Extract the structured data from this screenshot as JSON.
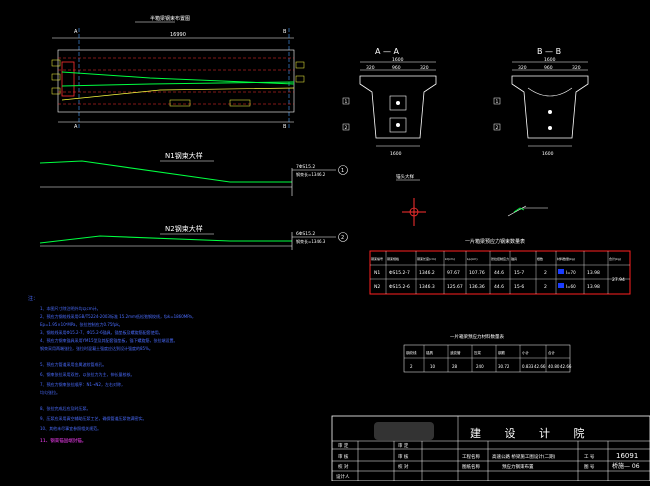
{
  "drawing": {
    "plan_title": "半箱梁钢束布置图",
    "section_a_label": "A — A",
    "section_b_label": "B — B",
    "cut_a": "A",
    "cut_b": "B",
    "dim_total": "16990",
    "dim_a_top": "1600",
    "dim_a_mid": [
      "320",
      "960",
      "320"
    ],
    "dim_a_bottom": "1600",
    "dim_b_top": "1600",
    "dim_b_mid": [
      "320",
      "960",
      "320"
    ],
    "dim_b_bottom": "1600",
    "row_1": "1",
    "row_2": "2",
    "n1_title": "N1钢束大样",
    "n2_title": "N2钢束大样",
    "n1_tag": "7ΦS15.2",
    "n1_len": "钢束长=1346.2",
    "n2_tag": "6ΦS15.2",
    "n2_len": "钢束长=1346.3",
    "anchor_label": "锚头大样",
    "mark_1": "1",
    "mark_2": "2"
  },
  "tendon_table": {
    "title": "一片箱梁预应力钢束数量表",
    "headers": [
      "钢束编号",
      "钢束规格",
      "钢束长度(cm)",
      "Lt(cm)",
      "Lp(cm)",
      "张拉控制应力",
      "锚具",
      "根数",
      "材料数量(kg)",
      "合计(kg)"
    ],
    "rows": [
      [
        "N1",
        "ΦS15.2-7",
        "1346.2",
        "97.67",
        "107.76",
        "44.6",
        "15-7",
        "2",
        "I=70",
        "13.98"
      ],
      [
        "N2",
        "ΦS15.2-6",
        "1346.3",
        "125.67",
        "136.36",
        "44.6",
        "15-6",
        "2",
        "I=60",
        "13.98"
      ]
    ],
    "total": "27.94"
  },
  "material_table": {
    "title": "一片箱梁预应力材料数量表",
    "headers": [
      "钢绞线",
      "锚具",
      "波纹管",
      "压浆",
      "钢筋",
      "小计",
      "合计"
    ],
    "row": [
      "2",
      "10",
      "28",
      "240",
      "30.72",
      "0.833",
      "42.66",
      "40.80",
      "42.66"
    ]
  },
  "notes": {
    "heading": "注：",
    "items": [
      "1、本图尺寸除注明外均以cm计。",
      "2、预应力钢绞线采用GB/T5224-2003标准 15.2mm低松弛钢绞线，fpk=1860MPa，",
      "   Ep=1.95×10⁵MPa，张拉控制应力0.75fpk。",
      "3、钢绞线采用Φ15.2-7、Φ15.2-6锚具，锚垫板及螺旋筋配套使用。",
      "4、预应力钢束锚具采用YM15型及其配套锚垫板，锚下螺旋筋，张拉端设置。",
      "   钢束采用两端张拉，张拉时混凝土强度应达到设计强度的85%。",
      "5、预应力管道采用金属波纹管成孔。",
      "6、钢束张拉采用双控，以张拉力为主，伸长量校核。",
      "7、预应力钢束张拉顺序：N1→N2，左右对称，",
      "   均匀张拉。",
      "8、张拉完成后应及时压浆。",
      "9、压浆应采用真空辅助压浆工艺，确保管道压浆饱满密实。",
      "10、其他未尽事宜参照相关规范。",
      "11、钢束锚固端封锚。"
    ]
  },
  "title_block": {
    "design_institute": "建 设 计 院",
    "project_label": "工程名称",
    "project_value": "高速公路 桥梁施工图设计(二期)",
    "drawing_label": "图纸名称",
    "drawing_value": "预应力钢束布置",
    "scale_label": "工 号",
    "scale_value": "16091",
    "no_label": "图 号",
    "no_value": "桥施— 06",
    "row_labels": [
      "审 定",
      "审 核",
      "校 对",
      "设计人"
    ]
  }
}
